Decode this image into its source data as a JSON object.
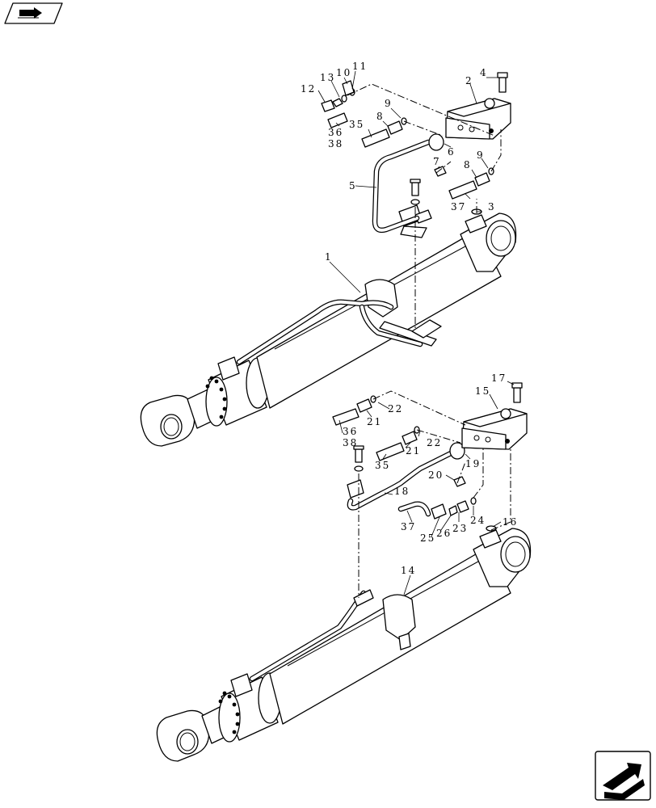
{
  "callouts": {
    "top": [
      "1",
      "2",
      "3",
      "4",
      "5",
      "6",
      "7",
      "8",
      "8",
      "9",
      "9",
      "10",
      "11",
      "12",
      "13",
      "35",
      "36",
      "38",
      "37"
    ],
    "bottom": [
      "14",
      "15",
      "16",
      "17",
      "18",
      "19",
      "20",
      "21",
      "21",
      "22",
      "22",
      "23",
      "24",
      "25",
      "26",
      "35",
      "36",
      "38",
      "37"
    ]
  },
  "icons": {
    "top_left": "book-arrow-icon",
    "bottom_right": "next-page-arrow-icon"
  }
}
